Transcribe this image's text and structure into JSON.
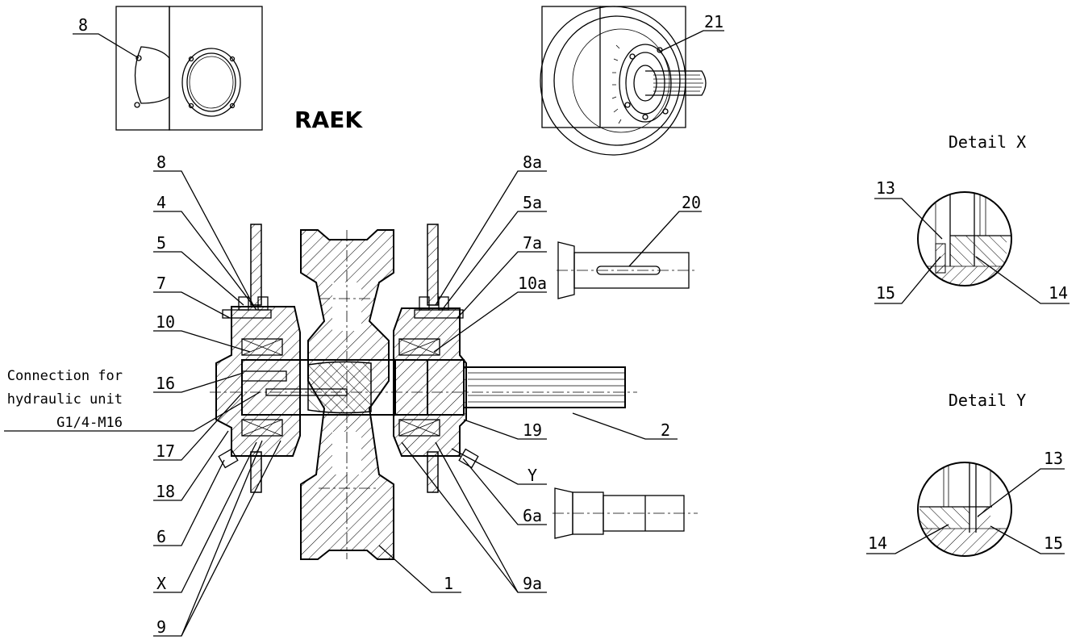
{
  "title": "RAEK",
  "details": {
    "x_title": "Detail X",
    "y_title": "Detail Y"
  },
  "connection_note": {
    "line1": "Connection for",
    "line2": "hydraulic unit",
    "line3": "G1/4-M16"
  },
  "callouts": {
    "c8_top": "8",
    "c21": "21",
    "c8": "8",
    "c4": "4",
    "c5": "5",
    "c7": "7",
    "c10": "10",
    "c16": "16",
    "c17": "17",
    "c18": "18",
    "c6": "6",
    "cX": "X",
    "c9": "9",
    "c8a": "8a",
    "c5a": "5a",
    "c7a": "7a",
    "c10a": "10a",
    "c20": "20",
    "c2": "2",
    "c19": "19",
    "cY": "Y",
    "c6a": "6a",
    "c9a": "9a",
    "c1": "1",
    "dx13": "13",
    "dx15": "15",
    "dx14": "14",
    "dy13": "13",
    "dy14": "14",
    "dy15": "15"
  }
}
